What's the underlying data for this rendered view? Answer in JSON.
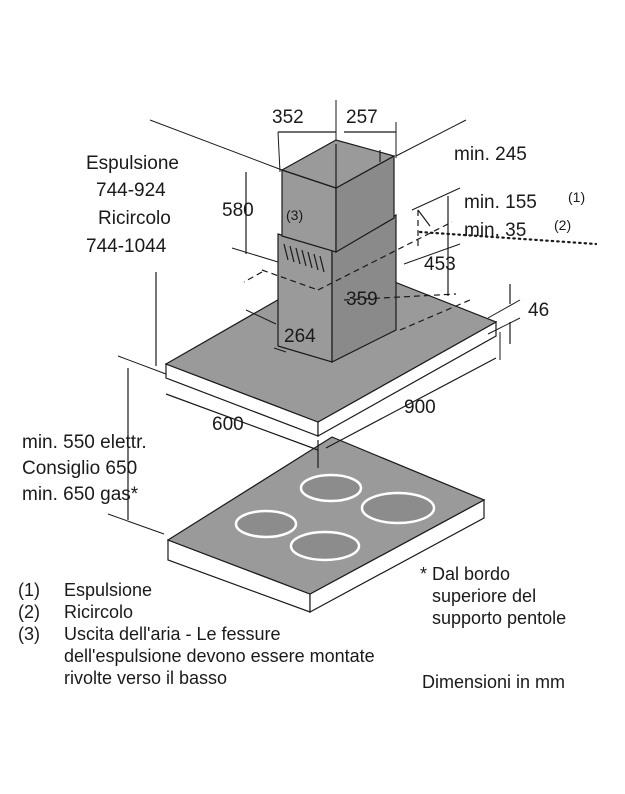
{
  "dimensions": {
    "chimney_width": "352",
    "chimney_depth": "257",
    "chimney_height": "580",
    "min_245": "min. 245",
    "min_155": "min. 155",
    "sup_1": "(1)",
    "min_35": "min. 35",
    "sup_2": "(2)",
    "depth_453": "453",
    "width_359": "359",
    "depth_264": "264",
    "thickness_46": "46",
    "hood_width": "900",
    "hood_depth": "600"
  },
  "labels": {
    "espulsione": "Espulsione",
    "espulsione_range": "744-924",
    "ricircolo": "Ricircolo",
    "ricircolo_range": "744-1044",
    "air_outlet_marker": "(3)",
    "min_elettr": "min. 550 elettr.",
    "consiglio": "Consiglio 650",
    "min_gas": "min. 650 gas*"
  },
  "legend": [
    {
      "num": "(1)",
      "text": "Espulsione"
    },
    {
      "num": "(2)",
      "text": "Ricircolo"
    },
    {
      "num": "(3)",
      "text": "Uscita dell'aria - Le fessure"
    }
  ],
  "legend_cont": [
    "dell'espulsione devono essere montate",
    "rivolte verso il basso"
  ],
  "footnote": [
    "* Dal bordo",
    "superiore del",
    "supporto pentole"
  ],
  "units": "Dimensioni in mm"
}
